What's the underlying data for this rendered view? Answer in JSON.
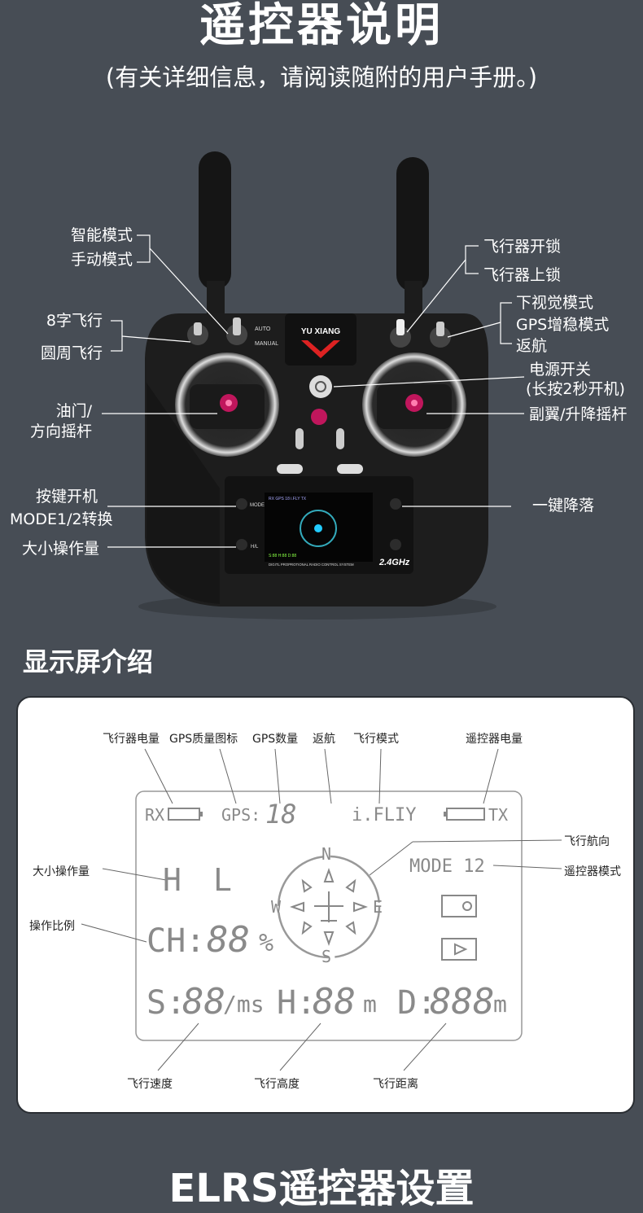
{
  "header": {
    "title": "遥控器说明",
    "subtitle": "(有关详细信息，请阅读随附的用户手册。)"
  },
  "controller": {
    "brand": "YU XIANG",
    "switch_auto": "AUTO",
    "switch_manual": "MANUAL",
    "mode_label": "MODE",
    "hl_label": "H/L",
    "screen_footer": "DIGITL PROPROTIONAL RADIO CONTROL SYSTEM",
    "freq": "2.4GHz"
  },
  "callouts": {
    "smart_mode": "智能模式",
    "manual_mode": "手动模式",
    "figure8": "8字飞行",
    "circle": "圆周飞行",
    "throttle_1": "油门/",
    "throttle_2": "方向摇杆",
    "key_power": "按键开机",
    "mode_switch": "MODE1/2转换",
    "rate": "大小操作量",
    "unlock": "飞行器开锁",
    "lock": "飞行器上锁",
    "vision": "下视觉模式",
    "gps": "GPS增稳模式",
    "rth": "返航",
    "power_1": "电源开关",
    "power_2": "(长按2秒开机)",
    "aileron": "副翼/升降摇杆",
    "landing": "一键降落"
  },
  "display_section": {
    "title": "显示屏介绍",
    "labels": {
      "aircraft_battery": "飞行器电量",
      "gps_quality": "GPS质量图标",
      "gps_count": "GPS数量",
      "rth": "返航",
      "flight_mode": "飞行模式",
      "remote_battery": "遥控器电量",
      "heading": "飞行航向",
      "remote_mode": "遥控器模式",
      "rate": "大小操作量",
      "ratio": "操作比例",
      "speed": "飞行速度",
      "height": "飞行高度",
      "distance": "飞行距离"
    },
    "lcd": {
      "rx": "RX",
      "gps": "GPS:",
      "gps_num": "18",
      "ifly": "i.FLIY",
      "tx": "TX",
      "h": "H",
      "l": "L",
      "mode12": "MODE 12",
      "ch": "CH:",
      "ch_val": "88",
      "pct": "%",
      "n": "N",
      "s_dir": "S",
      "w": "W",
      "e": "E",
      "s": "S:",
      "s_val": "88",
      "ms": "/ms",
      "hh": "H:",
      "h_val": "88",
      "m1": "m",
      "d": "D:",
      "d_val": "888",
      "m2": "m"
    }
  },
  "footer": {
    "next_title": "ELRS遥控器设置"
  }
}
